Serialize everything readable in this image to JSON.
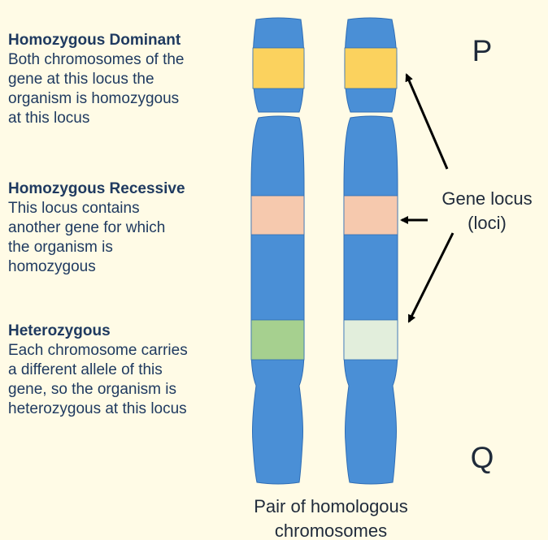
{
  "sections": [
    {
      "title": "Homozygous Dominant",
      "body": "Both chromosomes of the\ngene at this locus the\norganism is homozygous\nat this locus"
    },
    {
      "title": "Homozygous Recessive",
      "body": "This locus contains\nanother gene for which\nthe organism is\nhomozygous"
    },
    {
      "title": "Heterozygous",
      "body": "Each chromosome carries\na different allele of this\ngene, so the organism is\nheterozygous at this locus"
    }
  ],
  "arm_labels": {
    "p": "P",
    "q": "Q"
  },
  "locus_label": {
    "line1": "Gene locus",
    "line2": "(loci)"
  },
  "caption": {
    "line1": "Pair of homologous",
    "line2": "chromosomes"
  },
  "colors": {
    "chromosome": "#4a8fd6",
    "outline": "#2f6db5",
    "dominant_band": "#fbd25e",
    "recessive_band": "#f6c9ae",
    "het_band_left": "#a6d08f",
    "het_band_right": "#e2eedc",
    "background": "#fffbe6",
    "text": "#1f3a60"
  }
}
